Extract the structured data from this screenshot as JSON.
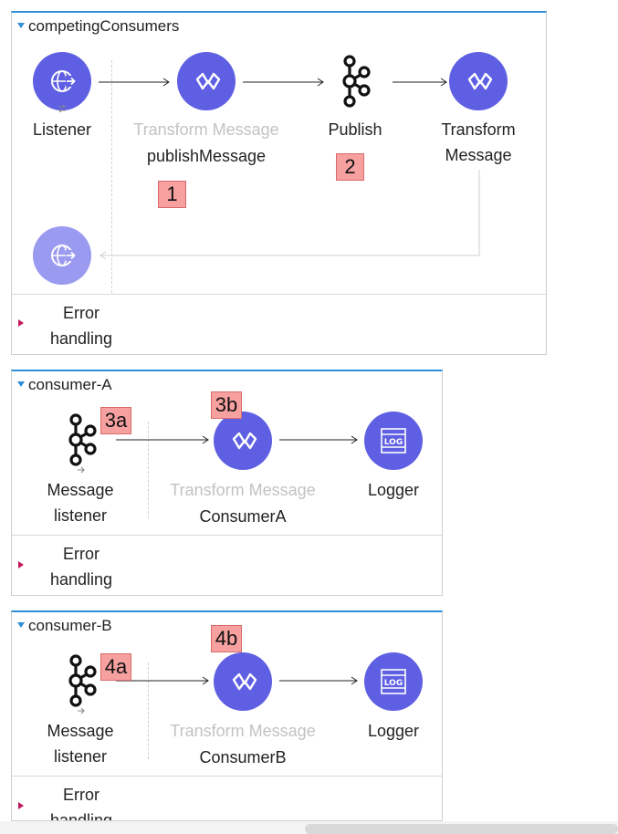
{
  "colors": {
    "accent": "#2f8fd6",
    "node": "#5f5fe3",
    "node_faded": "#9a9af0",
    "badge": "#f7a0a0",
    "error_caret": "#c2185b"
  },
  "flows": [
    {
      "name": "competingConsumers",
      "nodes": [
        {
          "icon": "http-listener-icon",
          "label": "Listener"
        },
        {
          "icon": "dataweave-transform-icon",
          "label": "Transform Message",
          "sublabel": "publishMessage"
        },
        {
          "icon": "kafka-icon",
          "label": "Publish"
        },
        {
          "icon": "dataweave-transform-icon",
          "label": "Transform\nMessage"
        },
        {
          "icon": "http-listener-icon",
          "label": ""
        }
      ],
      "badges": [
        "1",
        "2"
      ],
      "error_handling": "Error\nhandling"
    },
    {
      "name": "consumer-A",
      "nodes": [
        {
          "icon": "kafka-icon",
          "label": "Message\nlistener"
        },
        {
          "icon": "dataweave-transform-icon",
          "label": "Transform Message",
          "sublabel": "ConsumerA"
        },
        {
          "icon": "logger-icon",
          "label": "Logger"
        }
      ],
      "badges": [
        "3a",
        "3b"
      ],
      "error_handling": "Error\nhandling"
    },
    {
      "name": "consumer-B",
      "nodes": [
        {
          "icon": "kafka-icon",
          "label": "Message\nlistener"
        },
        {
          "icon": "dataweave-transform-icon",
          "label": "Transform Message",
          "sublabel": "ConsumerB"
        },
        {
          "icon": "logger-icon",
          "label": "Logger"
        }
      ],
      "badges": [
        "4a",
        "4b"
      ],
      "error_handling": "Error\nhandling"
    }
  ]
}
